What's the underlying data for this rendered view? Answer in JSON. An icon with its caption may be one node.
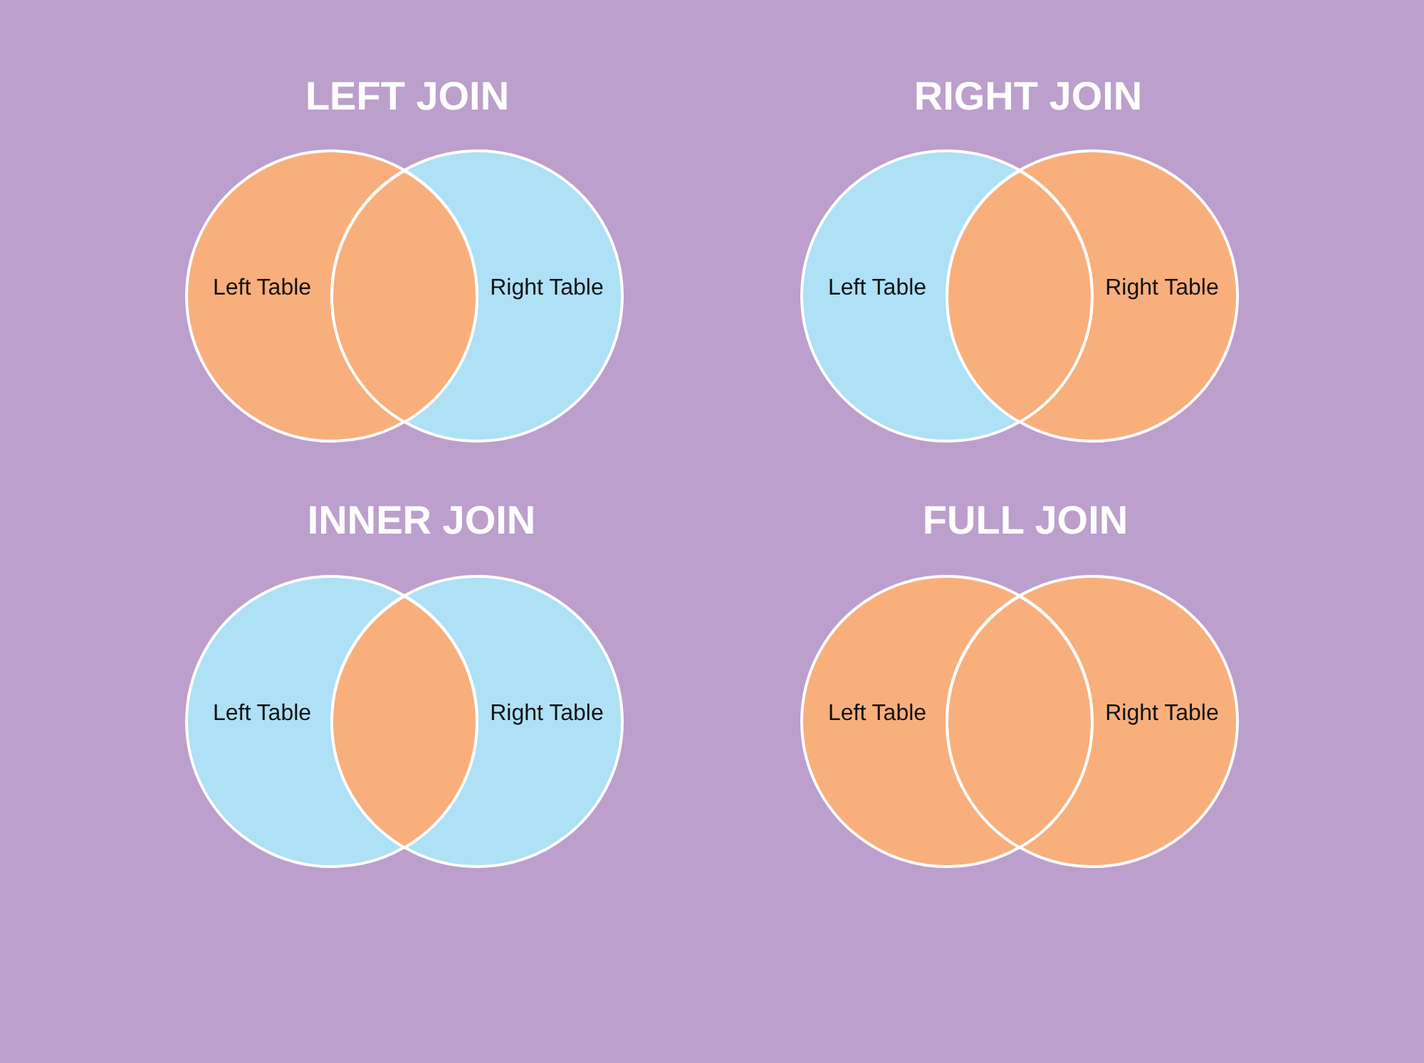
{
  "diagram": {
    "nodes": [
      {
        "text": [
          "Left Table"
        ]
      },
      {
        "text": [
          "Right Table"
        ]
      },
      {
        "text": [],
        "shape": "lens"
      },
      {
        "text": [
          "Left Table"
        ]
      },
      {
        "text": [
          "Right Table"
        ]
      },
      {
        "text": [],
        "shape": "lens"
      },
      {
        "text": [
          "Left Table"
        ]
      },
      {
        "text": [
          "Right Table"
        ]
      },
      {
        "text": [],
        "shape": "lens"
      },
      {
        "text": [
          "Left Table"
        ]
      },
      {
        "text": [
          "Right Table"
        ]
      },
      {
        "text": [],
        "shape": "lens"
      }
    ],
    "labels": [
      "LEFT JOIN",
      "RIGHT JOIN",
      "INNER JOIN",
      "FULL JOIN"
    ]
  }
}
